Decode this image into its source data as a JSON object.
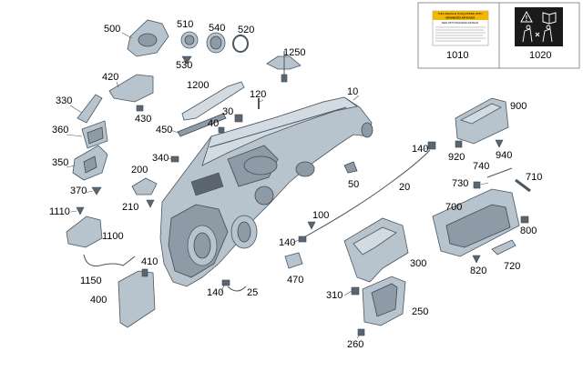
{
  "labels": {
    "l10": "10",
    "l20": "20",
    "l25": "25",
    "l30": "30",
    "l40": "40",
    "l50": "50",
    "l100": "100",
    "l120": "120",
    "l140a": "140",
    "l140b": "140",
    "l140c": "140",
    "l200": "200",
    "l210": "210",
    "l250": "250",
    "l260": "260",
    "l300": "300",
    "l310": "310",
    "l330": "330",
    "l340": "340",
    "l350": "350",
    "l360": "360",
    "l370": "370",
    "l400": "400",
    "l410": "410",
    "l420": "420",
    "l430": "430",
    "l450": "450",
    "l470": "470",
    "l500": "500",
    "l510": "510",
    "l520": "520",
    "l530": "530",
    "l540": "540",
    "l700": "700",
    "l710": "710",
    "l720": "720",
    "l730": "730",
    "l740": "740",
    "l800": "800",
    "l820": "820",
    "l900": "900",
    "l920": "920",
    "l940": "940",
    "l1010": "1010",
    "l1020": "1020",
    "l1100": "1100",
    "l1110": "1110",
    "l1150": "1150",
    "l1200": "1200",
    "l1250": "1250"
  },
  "warning_label": {
    "line1": "THIS VEHICLE IS EQUIPPED WITH",
    "line2": "ADVANCED AIR BAGS",
    "header2": "SEEK WITH ADVANCED AIR BAGS"
  },
  "colors": {
    "label_yellow": "#f2b705",
    "part_fill": "#b7c3cd",
    "label_dark": "#1a1a1a"
  },
  "icons": [
    "warning-triangle-icon",
    "book-icon",
    "airbag-seat-icon"
  ]
}
